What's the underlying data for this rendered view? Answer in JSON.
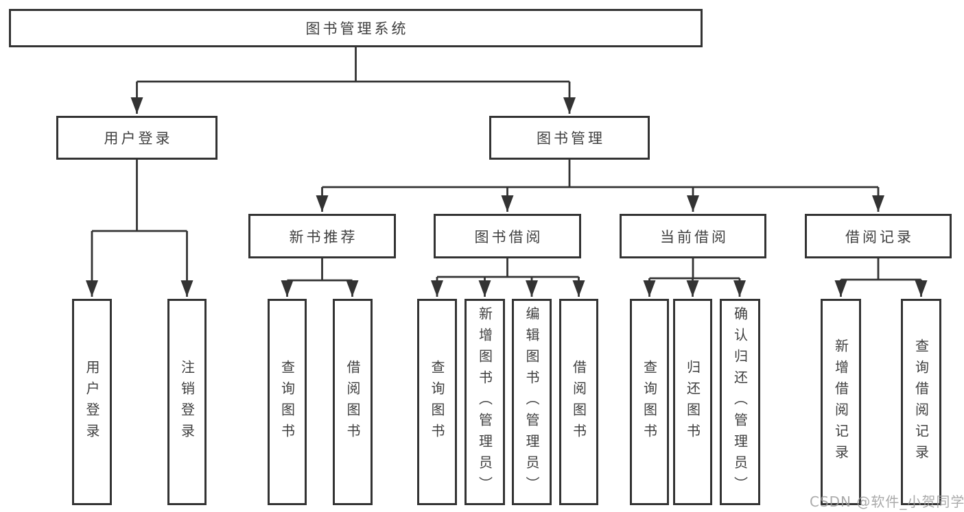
{
  "title": "图书管理系统",
  "colors": {
    "line": "#333333",
    "text": "#3f3f3f",
    "box_background": "#ffffff",
    "page_background": "#ffffff",
    "watermark": "#9c9c9c"
  },
  "nodes": {
    "root": {
      "label": "图书管理系统"
    },
    "level2": [
      {
        "id": "user-login",
        "label": "用户登录",
        "parent": "图书管理系统"
      },
      {
        "id": "book-management",
        "label": "图书管理",
        "parent": "图书管理系统"
      }
    ],
    "level3": [
      {
        "id": "new-book-recommendation",
        "label": "新书推荐",
        "parent": "图书管理"
      },
      {
        "id": "book-borrowing",
        "label": "图书借阅",
        "parent": "图书管理"
      },
      {
        "id": "current-borrowing",
        "label": "当前借阅",
        "parent": "图书管理"
      },
      {
        "id": "borrowing-records",
        "label": "借阅记录",
        "parent": "图书管理"
      }
    ],
    "leaves": [
      {
        "id": "user-login-leaf",
        "label": "用户登录",
        "parent": "用户登录"
      },
      {
        "id": "logout",
        "label": "注销登录",
        "parent": "用户登录"
      },
      {
        "id": "query-books-recommend",
        "label": "查询图书",
        "parent": "新书推荐"
      },
      {
        "id": "borrow-books-recommend",
        "label": "借阅图书",
        "parent": "新书推荐"
      },
      {
        "id": "query-books-borrowing",
        "label": "查询图书",
        "parent": "图书借阅"
      },
      {
        "id": "add-books-admin",
        "label": "新增图书（管理员）",
        "parent": "图书借阅"
      },
      {
        "id": "edit-books-admin",
        "label": "编辑图书（管理员）",
        "parent": "图书借阅"
      },
      {
        "id": "borrow-books-borrowing",
        "label": "借阅图书",
        "parent": "图书借阅"
      },
      {
        "id": "query-books-current",
        "label": "查询图书",
        "parent": "当前借阅"
      },
      {
        "id": "return-books",
        "label": "归还图书",
        "parent": "当前借阅"
      },
      {
        "id": "confirm-return-admin",
        "label": "确认归还（管理员）",
        "parent": "当前借阅"
      },
      {
        "id": "add-borrow-record",
        "label": "新增借阅记录",
        "parent": "借阅记录"
      },
      {
        "id": "query-borrow-record",
        "label": "查询借阅记录",
        "parent": "借阅记录"
      }
    ]
  },
  "watermark": {
    "text": "CSDN @软件_小贺同学"
  }
}
